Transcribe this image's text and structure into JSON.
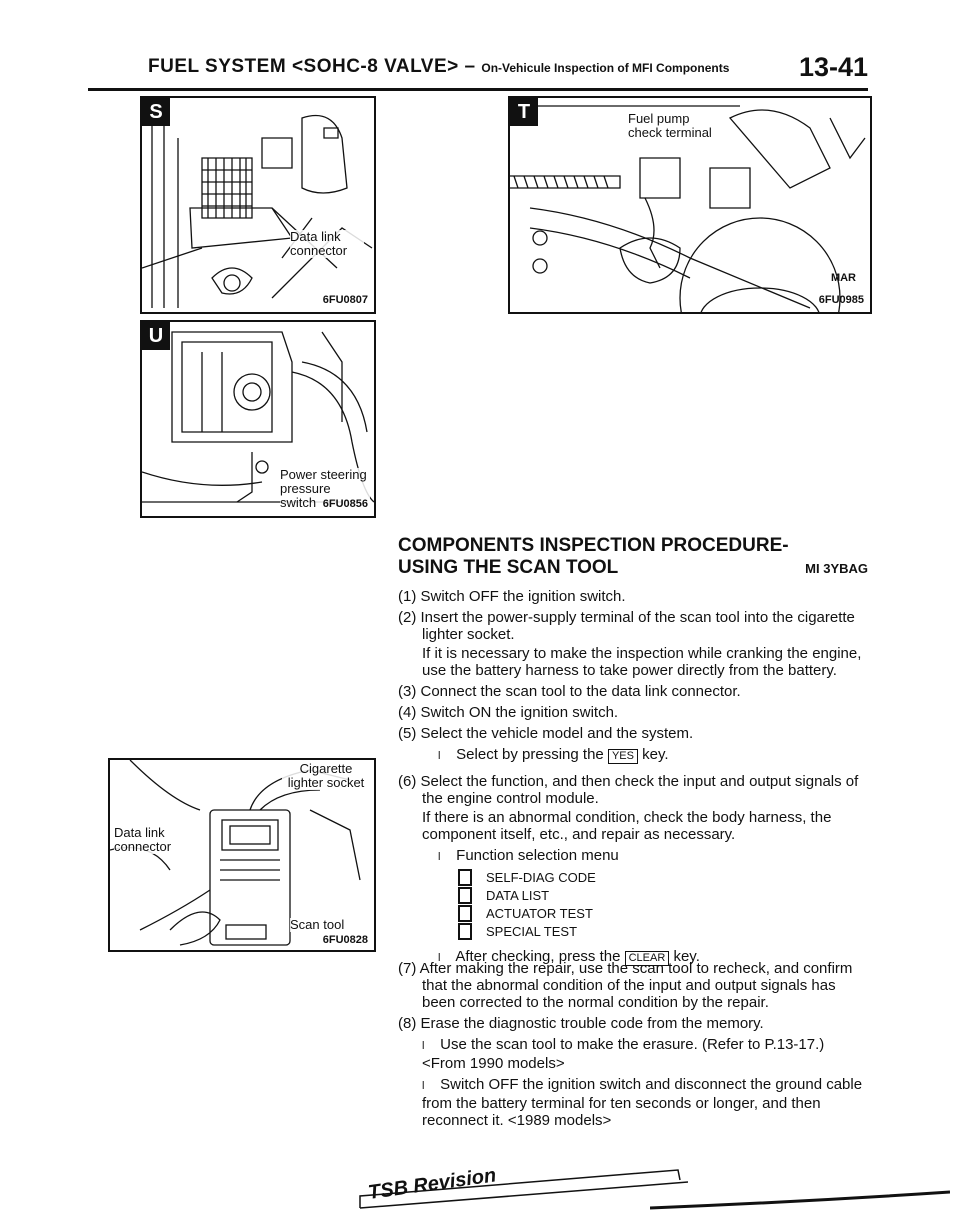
{
  "header": {
    "title": "FUEL SYSTEM <SOHC-8 VALVE>",
    "dash": "–",
    "subtitle": "On-Vehicule Inspection of MFI Components",
    "page": "13-41"
  },
  "figures": {
    "s": {
      "tag": "S",
      "label": "Data link connector",
      "code": "6FU0807"
    },
    "t": {
      "tag": "T",
      "label": "Fuel pump check terminal",
      "code": "6FU0985",
      "extra": "MAR"
    },
    "u": {
      "tag": "U",
      "label": "Power steering pressure switch",
      "code": "6FU0856"
    },
    "scan": {
      "label_top": "Cigarette lighter socket",
      "label_left": "Data link connector",
      "label_tool": "Scan tool",
      "code": "6FU0828"
    }
  },
  "content": {
    "heading_line1": "COMPONENTS INSPECTION PROCEDURE-",
    "heading_line2": "USING THE SCAN TOOL",
    "heading_ref": "MI 3YBAG",
    "s1": "(1) Switch OFF the ignition switch.",
    "s2": "(2) Insert the power-supply terminal of the scan tool into the cigarette lighter socket.",
    "s2_note": "If it is necessary to make the inspection while cranking the engine, use the battery harness to take power directly from the battery.",
    "s3": "(3) Connect the scan tool to the data link connector.",
    "s4": "(4) Switch ON the ignition switch.",
    "s5": "(5) Select the vehicle model and the system.",
    "s5_pre": "Select by pressing the",
    "key_yes": "YES",
    "key_suffix": "key.",
    "s6": "(6) Select the function, and then check the input and output signals of the engine control module.",
    "s6_note": "If there is an abnormal condition, check the body harness, the component itself, etc., and repair as necessary.",
    "menu_title": "Function selection menu",
    "menu": [
      "SELF-DIAG CODE",
      "DATA LIST",
      "ACTUATOR TEST",
      "SPECIAL TEST"
    ],
    "after_pre": "After checking, press the",
    "key_clear": "CLEAR",
    "s7": "(7) After making the repair, use the scan tool to recheck, and confirm that the abnormal condition of the input and output signals has been corrected to the normal condition by the repair.",
    "s8": "(8) Erase the diagnostic trouble code from the memory.",
    "s8_b1": "Use the scan tool to make the erasure. (Refer to P.13-17.) <From 1990 models>",
    "s8_b2": "Switch OFF the ignition switch and disconnect the ground cable from the battery terminal for ten seconds or longer, and then reconnect it. <1989 models>",
    "bullet_char": "l"
  },
  "footer": {
    "tsb": "TSB Revision"
  }
}
